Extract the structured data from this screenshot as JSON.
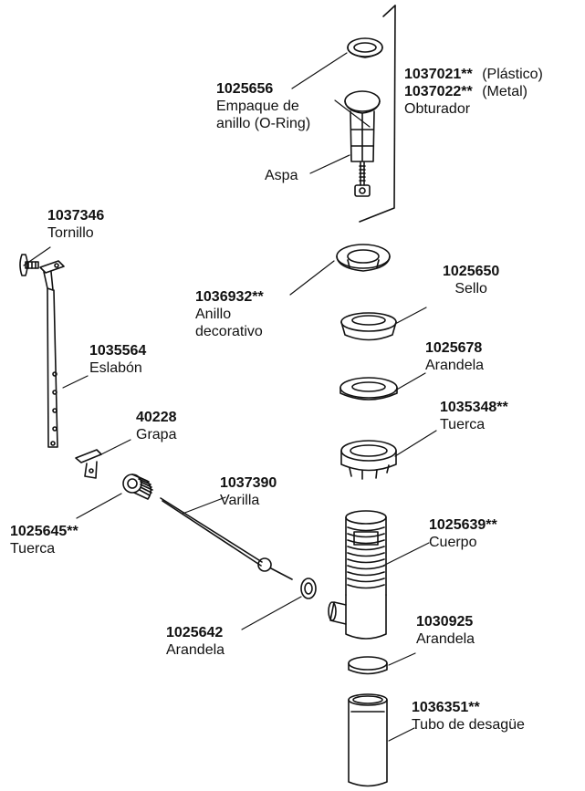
{
  "parts": {
    "o_ring": {
      "number": "1025656",
      "name_line1": "Empaque de",
      "name_line2": "anillo (O-Ring)"
    },
    "stopper": {
      "plastic_number": "1037021**",
      "plastic_label": "(Plástico)",
      "metal_number": "1037022**",
      "metal_label": "(Metal)",
      "name": "Obturador",
      "sub_label": "Aspa"
    },
    "screw": {
      "number": "1037346",
      "name": "Tornillo"
    },
    "flange": {
      "number": "1036932**",
      "name_line1": "Anillo",
      "name_line2": "decorativo"
    },
    "seal": {
      "number": "1025650",
      "name": "Sello"
    },
    "link": {
      "number": "1035564",
      "name": "Eslabón"
    },
    "washer_top": {
      "number": "1025678",
      "name": "Arandela"
    },
    "clip": {
      "number": "40228",
      "name": "Grapa"
    },
    "nut_top": {
      "number": "1035348**",
      "name": "Tuerca"
    },
    "rod": {
      "number": "1037390",
      "name": "Varilla"
    },
    "nut_side": {
      "number": "1025645**",
      "name": "Tuerca"
    },
    "body": {
      "number": "1025639**",
      "name": "Cuerpo"
    },
    "washer_rod": {
      "number": "1025642",
      "name": "Arandela"
    },
    "washer_bottom": {
      "number": "1030925",
      "name": "Arandela"
    },
    "tailpiece": {
      "number": "1036351**",
      "name": "Tubo de desagüe"
    }
  }
}
